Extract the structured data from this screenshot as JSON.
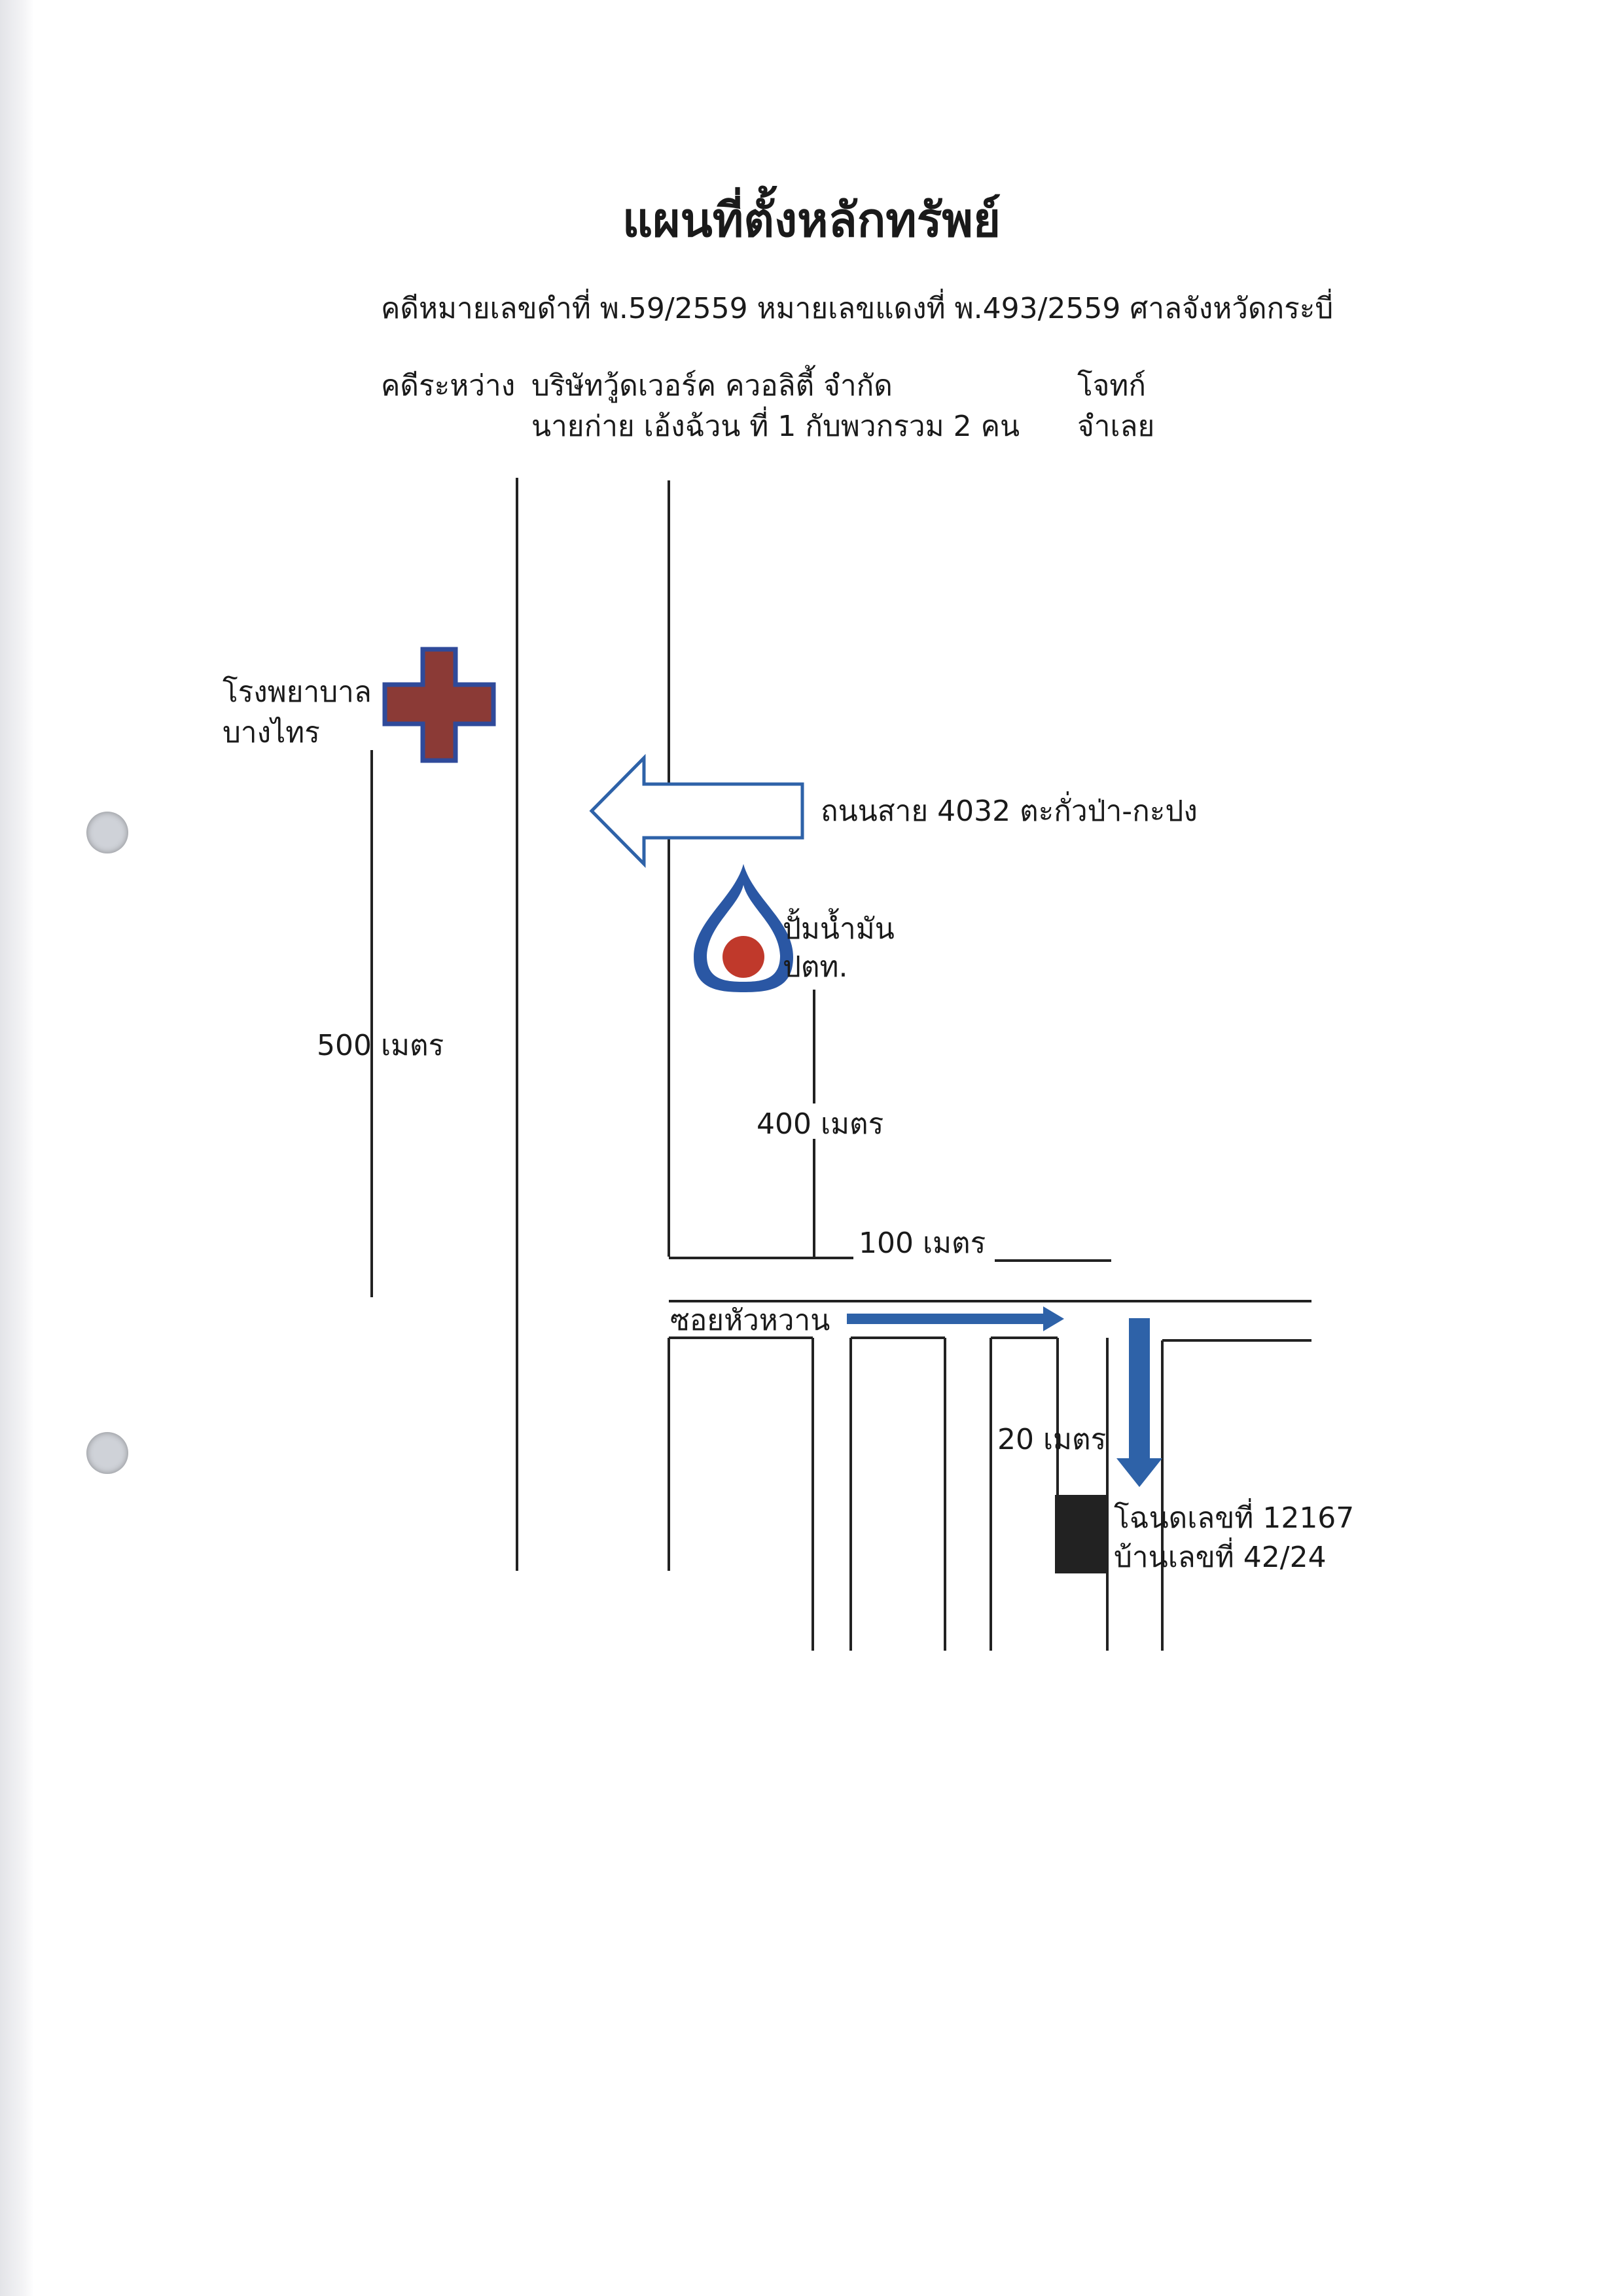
{
  "document": {
    "title": "แผนที่ตั้งหลักทรัพย์",
    "case_line": "คดีหมายเลขดำที่ พ.59/2559  หมายเลขแดงที่  พ.493/2559  ศาลจังหวัดกระบี่",
    "parties_label": "คดีระหว่าง",
    "plaintiff_name": "บริษัทวู้ดเวอร์ค ควอลิตี้ จำกัด",
    "plaintiff_role": "โจทก์",
    "defendant_name": "นายก่าย  เอ้งฉ้วน  ที่ 1 กับพวกรวม  2  คน",
    "defendant_role": "จำเลย"
  },
  "map": {
    "hospital_line1": "โรงพยาบาล",
    "hospital_line2": "บางไทร",
    "road_label": "ถนนสาย 4032 ตะกั่วป่า-กะปง",
    "gas_station_line1": "ปั้มน้ำมัน",
    "gas_station_line2": "ปตท.",
    "dist_500": "500  เมตร",
    "dist_400": "400  เมตร",
    "dist_100": "100 เมตร",
    "dist_20": "20 เมตร",
    "soi_label": "ซอยหัวหวาน",
    "deed_label": "โฉนดเลขที่ 12167",
    "house_label": "บ้านเลขที่ 42/24"
  },
  "icons": {
    "hospital": "red-cross-icon",
    "gas_station": "ptt-drop-icon",
    "direction": "arrow-icon",
    "property": "square-marker-icon"
  },
  "colors": {
    "hospital_cross": "#8b3a36",
    "cross_outline": "#2f4a9a",
    "arrow_blue": "#2e62a8",
    "ptt_blue": "#2a57a4",
    "ptt_red": "#c0392b",
    "property": "#222222",
    "line": "#222222"
  }
}
